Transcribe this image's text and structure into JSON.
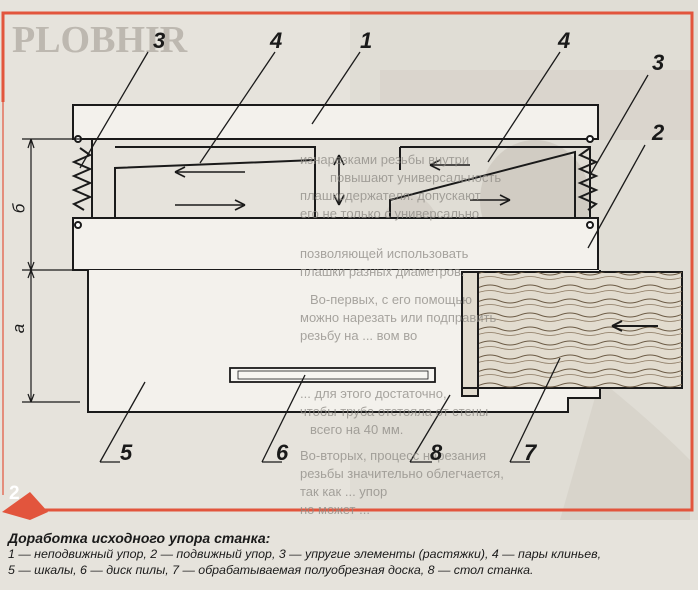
{
  "figure": {
    "number": "2",
    "accent_color": "#e2553d",
    "callouts": [
      "1",
      "2",
      "3",
      "3",
      "4",
      "4",
      "5",
      "6",
      "7",
      "8"
    ],
    "dimension_labels": {
      "a": "а",
      "b": "б"
    }
  },
  "caption": {
    "title": "Доработка исходного упора станка:",
    "line1": "1 — неподвижный упор, 2 — подвижный упор, 3 — упругие элементы (растяжки), 4 — пары клиньев,",
    "line2": "5 — шкалы, 6 — диск пилы, 7 — обрабатываемая полуобрезная доска, 8 — стол станка."
  },
  "background_text": [
    "изнарезками резьбы внутри",
    "повышают универсальность",
    "плашкодержателя: допускают",
    "его не только с универсально",
    "позволяющей использовать",
    "плашки разных диаметров.",
    "Во-первых, с его помощью",
    "можно нарезать или подправить",
    "резьбу на ... вом во",
    "... для этого достаточно,",
    "чтобы труба отстояла от стены",
    "всего на 40 мм.",
    "Во-вторых, процесс нарезания",
    "резьбы значительно облегчается,",
    "так как ... упор",
    "но может ..."
  ]
}
